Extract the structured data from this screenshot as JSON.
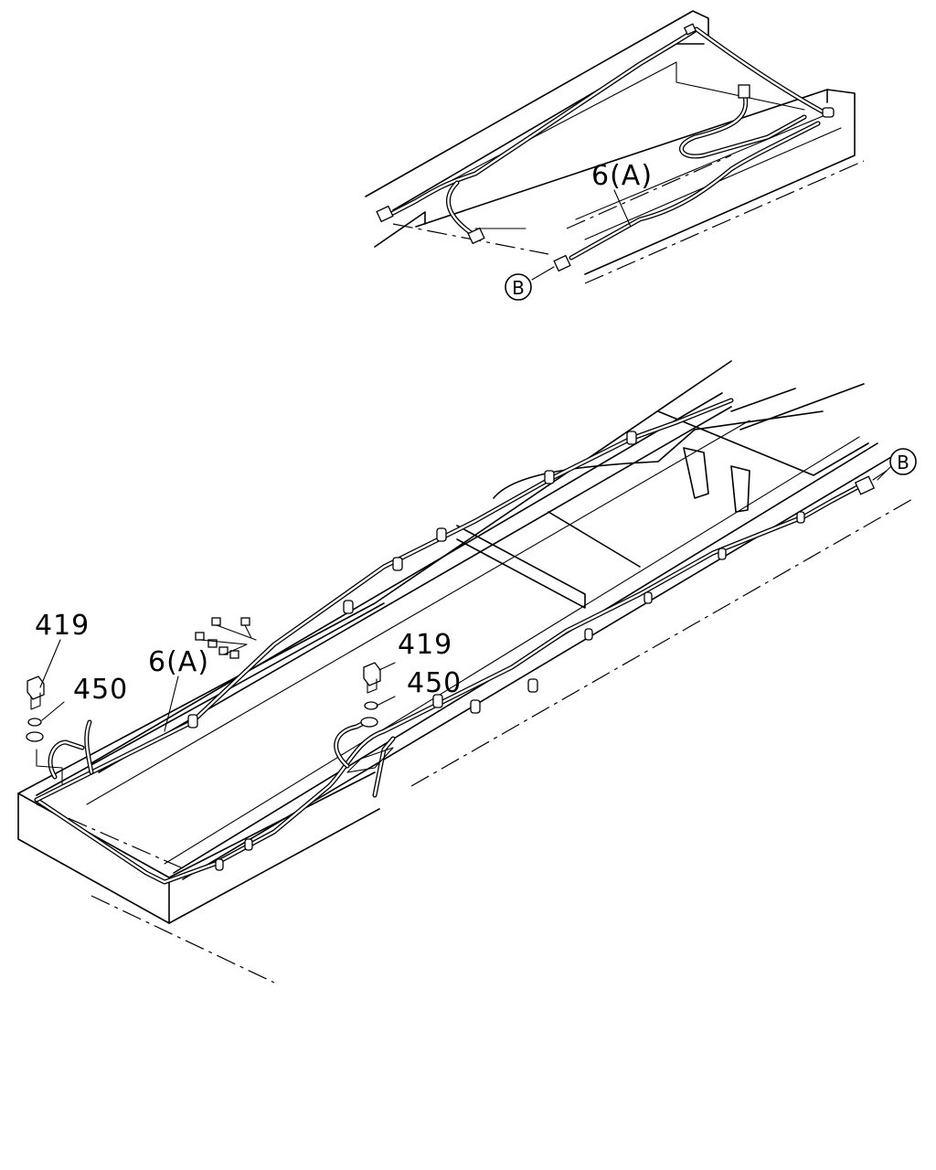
{
  "callouts": {
    "harness_top": "6(A)",
    "harness_bottom": "6(A)",
    "bolt_left": "419",
    "washer_left": "450",
    "bolt_right": "419",
    "washer_right": "450"
  },
  "connector_refs": {
    "top": "B",
    "bottom": "B"
  }
}
